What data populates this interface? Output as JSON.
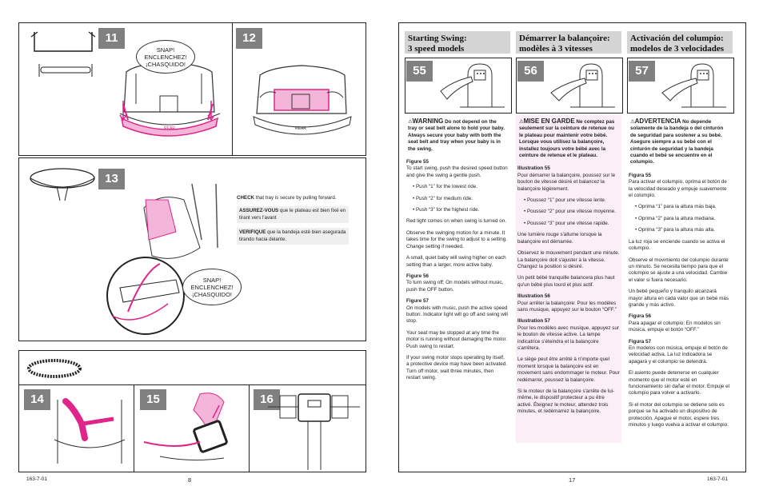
{
  "left": {
    "step11": "11",
    "step12": "12",
    "step13": "13",
    "step14": "14",
    "step15": "15",
    "step16": "16",
    "snap_top": [
      "SNAP!",
      "ENCLENCHEZ!",
      "¡CHASQUIDO!"
    ],
    "snap_mid": [
      "SNAP!",
      "ENCLENCHEZ!",
      "¡CHASQUIDO!"
    ],
    "rear1": "REAR",
    "rear2": "REAR",
    "check_bold": "CHECK",
    "check_text": " that tray is secure by pulling forward.",
    "assurez_bold": "ASSUREZ-VOUS",
    "assurez_text": " que le plateau est bien fixé en tirant vers l'avant",
    "verifique_bold": "VERIFIQUE",
    "verifique_text": " que la bandeja esté bien asegurada tirando hacia delante.",
    "footer_code": "163-7-01",
    "page_num": "8"
  },
  "right": {
    "step55": "55",
    "step56": "56",
    "step57": "57",
    "footer_code": "163-7-01",
    "page_num": "17",
    "en": {
      "title1": "Starting Swing:",
      "title2": "3 speed models",
      "warn_title": "WARNING",
      "warn_text": " Do not depend on the tray or seat belt alone to hold your baby. Always secure your baby with both the seat belt and tray when your baby is in the swing.",
      "fig55": "Figure 55",
      "p1": "To start swing, push the desired speed button and give the swing a gentle push.",
      "b1": "Push “1” for the lowest ride.",
      "b2": "Push “2” for medium ride.",
      "b3": "Push “3” for the highest ride.",
      "p2": "Red light comes on when swing is turned on.",
      "p3": "Observe the swinging motion for a minute. It takes time for the swing to adjust to a setting. Change setting if needed.",
      "p4": "A small, quiet baby will swing higher on each setting than a larger, more active baby.",
      "fig56": "Figure 56",
      "p5": "To turn swing off: On models without music, push the OFF button.",
      "fig57": "Figure 57",
      "p6": "On models with music, push the active speed button. Indicator light will go off and swing will stop.",
      "p7": "Your seat may be stopped at any time the motor is running without damaging the motor. Push swing to restart.",
      "p8": "If your swing motor stops operating by itself, a protective device may have been activated. Turn off motor, wait three minutes, then restart swing."
    },
    "fr": {
      "title1": "Démarrer la balançoire:",
      "title2": "modèles à 3 vitesses",
      "warn_title": "MISE EN GARDE",
      "warn_text": " Ne comptez pas seulement sur la ceinture de retenue ou le plateau pour maintenir votre bébé. Lorsque vous utilisez la balançoire, installez toujours votre bébé avec la ceinture de retenue et le plateau.",
      "fig55": "Illustration 55",
      "p1": "Pour démarrer la balançoire, poussez sur le bouton de vitesse désiré et balancez la balançoire légèrement.",
      "b1": "Poussez “1” pour une vitesse lente.",
      "b2": "Poussez “2” pour une vitesse moyenne.",
      "b3": "Poussez “3” pour une vitesse rapide.",
      "p2": "Une lumière rouge s'allume lorsque la balançoire est démarrée.",
      "p3": "Observez le mouvement pendant une minute. La balançoire doit s'ajuster à la vitesse. Changez la position si désiré.",
      "p4": "Un petit bébé tranquille balancera plus haut qu'un bébé plus lourd et plus actif.",
      "fig56": "Illustration 56",
      "p5": "Pour arrêter la balançoire: Pour les modèles sans musique, appuyez sur le bouton “OFF.”",
      "fig57": "Illustration 57",
      "p6": "Pour les modèles avec musique, appuyez sur le bouton de vitesse active. La lampe indicatrice s'éteindra et la balançoire s'arrêtera.",
      "p7": "Le siège peut être arrêté à n'importe quel moment lorsque la balançoire est en movement sans endommager le moteur. Pour redémarrer, poussez la balançoire.",
      "p8": "Si le moteur de la balançoire s'arrête de lui-même, le dispositif protecteur a pu être activé. Éteignez le moteur, attendez trois minutes, et redémarrez la balançoire."
    },
    "es": {
      "title1": "Activación del columpio:",
      "title2": "modelos de 3 velocidades",
      "warn_title": "ADVERTENCIA",
      "warn_text": " No depende solamente de la bandeja o del cinturón de seguridad para sostener a su bebé. Asegure siempre a su bebé con el cinturón de seguridad y la bandeja cuando el bebé se encuentre en el columpio.",
      "fig55": "Figura 55",
      "p1": "Para activar el columpio, oprima el botón de la velocidad deseado y empuje suavemente el columpio.",
      "b1": "Oprima “1” para la altura más baja.",
      "b2": "Oprima “2” para la altura mediana.",
      "b3": "Oprima “3” para la altura más alta.",
      "p2": "La luz roja se enciende cuando se activa el columpio.",
      "p3": "Observe el movimiento del columpio durante un minuto. Se necesita tiempo para que el columpio se ajuste a una velocidad. Cambie el valor si fuera necesario.",
      "p4": "Un bebé pequeño y tranquilo alcanzará mayor altura en cada valor que un bebé más grande y más activo.",
      "fig56": "Figura 56",
      "p5": "Para apagar el columpio: En modelos sin música, empuje el botón “OFF.”",
      "fig57": "Figura 57",
      "p6": "En modelos con música, empuje el botón de velocidad activa. La luz indicadora se apagará y el columpio se detendrá.",
      "p7": "El asiento puede detenerse en cualquier momento que el motor esté en funcionamiento sin dañar el motor. Empuje el columpio para volver a activarlo.",
      "p8": "Si el motor del columpio se detiene solo es porque se ha activado un dispositivo de protección. Apague el motor, espere tres minutos y luego vuelva a activar el columpio."
    }
  },
  "colors": {
    "accent": "#e0258a",
    "header_bg": "#d4d4d4",
    "warn_bg": "#fbeef7",
    "step_bg": "#808080"
  }
}
